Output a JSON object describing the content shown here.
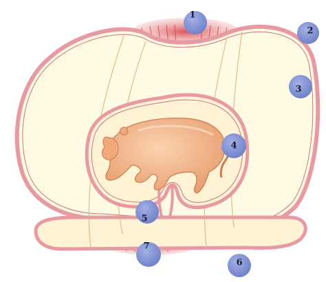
{
  "diagram": {
    "markers": [
      {
        "id": "1",
        "label": "1"
      },
      {
        "id": "2",
        "label": "2"
      },
      {
        "id": "3",
        "label": "3"
      },
      {
        "id": "4",
        "label": "4"
      },
      {
        "id": "5",
        "label": "5"
      },
      {
        "id": "6",
        "label": "6"
      },
      {
        "id": "7",
        "label": "7"
      }
    ],
    "colors": {
      "membrane": "#e89aa2",
      "membrane_dark": "#c9737d",
      "cavity": "#fffbe2",
      "inner_cavity": "#fff3d6",
      "embryo": "#f4b07f",
      "embryo_shade": "#d98a5c",
      "placenta": "#d9575a",
      "marker": "#7f8fd0"
    }
  }
}
